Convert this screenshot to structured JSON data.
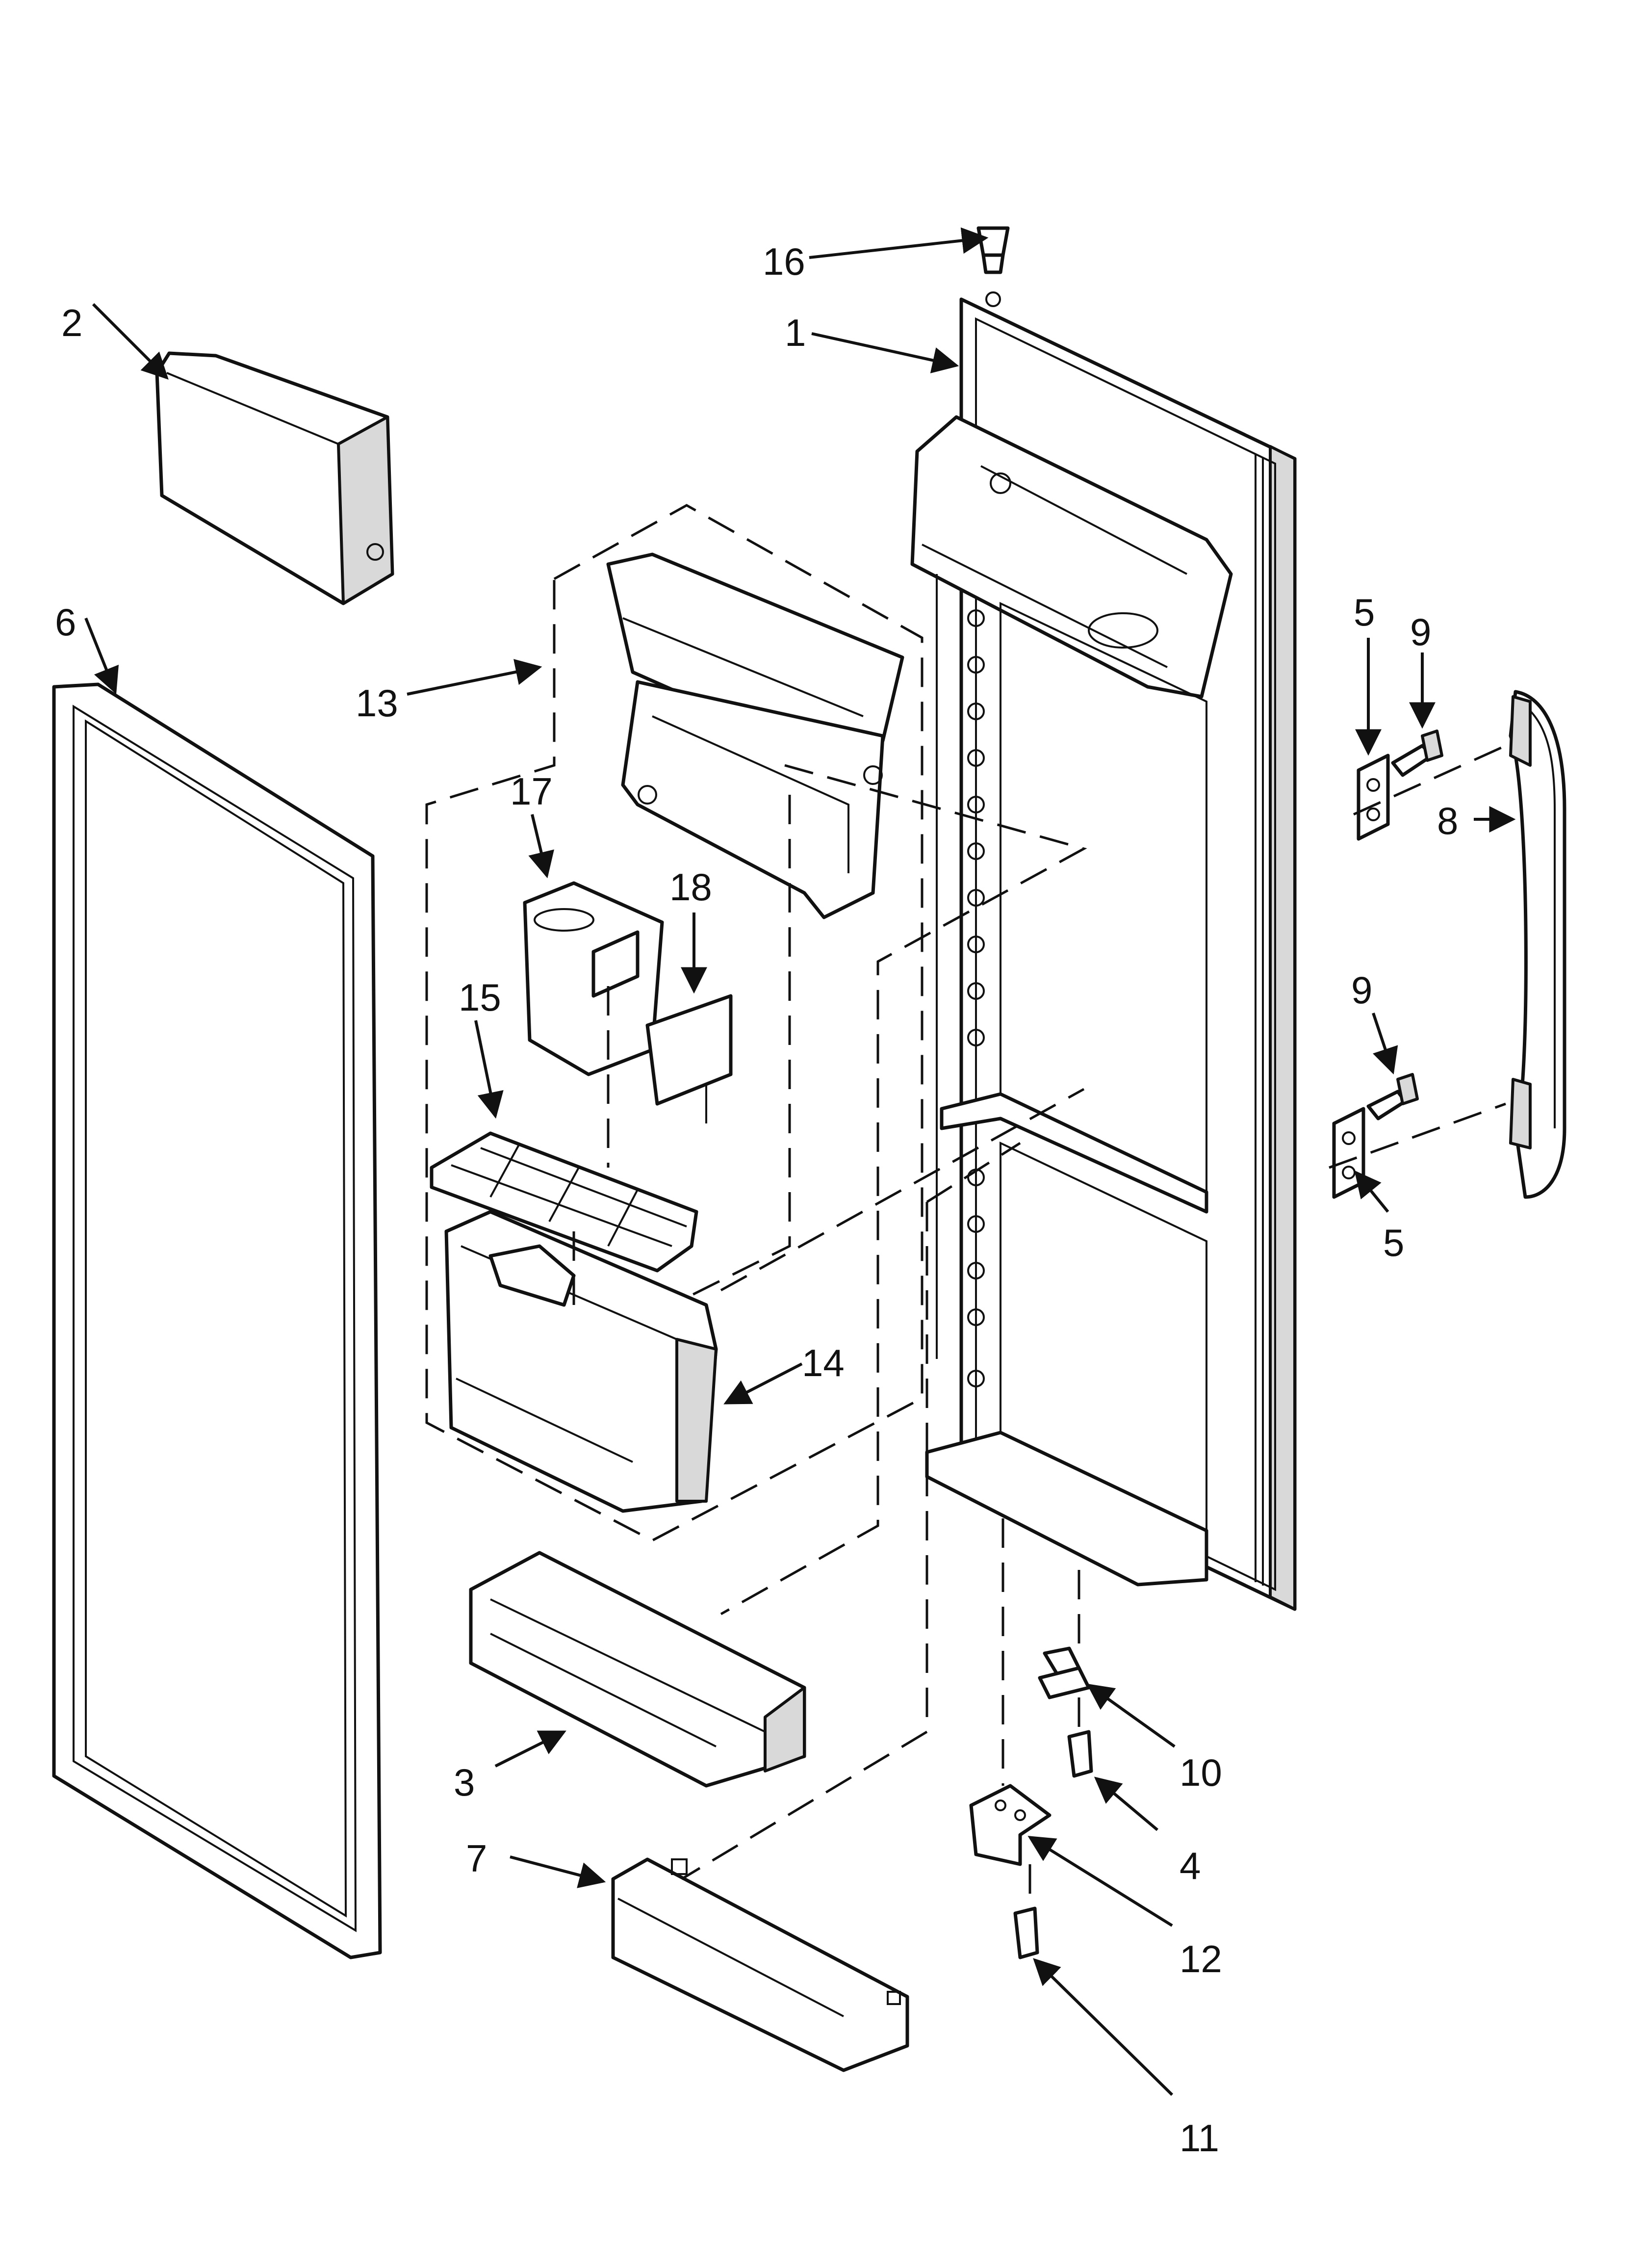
{
  "callouts": [
    {
      "id": "c1",
      "label": "1"
    },
    {
      "id": "c2",
      "label": "2"
    },
    {
      "id": "c3",
      "label": "3"
    },
    {
      "id": "c4",
      "label": "4"
    },
    {
      "id": "c5a",
      "label": "5"
    },
    {
      "id": "c5b",
      "label": "5"
    },
    {
      "id": "c6",
      "label": "6"
    },
    {
      "id": "c7",
      "label": "7"
    },
    {
      "id": "c8",
      "label": "8"
    },
    {
      "id": "c9a",
      "label": "9"
    },
    {
      "id": "c9b",
      "label": "9"
    },
    {
      "id": "c10",
      "label": "10"
    },
    {
      "id": "c11",
      "label": "11"
    },
    {
      "id": "c12",
      "label": "12"
    },
    {
      "id": "c13",
      "label": "13"
    },
    {
      "id": "c14",
      "label": "14"
    },
    {
      "id": "c15",
      "label": "15"
    },
    {
      "id": "c16",
      "label": "16"
    },
    {
      "id": "c17",
      "label": "17"
    },
    {
      "id": "c18",
      "label": "18"
    }
  ],
  "colors": {
    "line": "#111111",
    "background": "#ffffff",
    "shade": "#d9d9d9"
  }
}
